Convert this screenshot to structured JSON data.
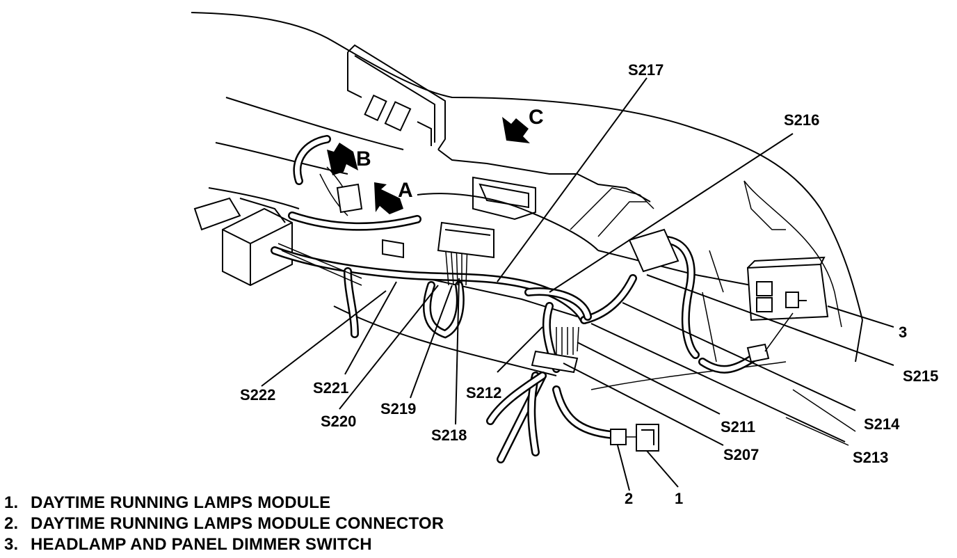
{
  "view_arrows": [
    {
      "id": "A",
      "label": "A"
    },
    {
      "id": "B",
      "label": "B"
    },
    {
      "id": "C",
      "label": "C"
    }
  ],
  "splices": [
    {
      "id": "S217",
      "label": "S217"
    },
    {
      "id": "S216",
      "label": "S216"
    },
    {
      "id": "S215",
      "label": "S215"
    },
    {
      "id": "S214",
      "label": "S214"
    },
    {
      "id": "S213",
      "label": "S213"
    },
    {
      "id": "S212",
      "label": "S212"
    },
    {
      "id": "S211",
      "label": "S211"
    },
    {
      "id": "S207",
      "label": "S207"
    },
    {
      "id": "S218",
      "label": "S218"
    },
    {
      "id": "S219",
      "label": "S219"
    },
    {
      "id": "S220",
      "label": "S220"
    },
    {
      "id": "S221",
      "label": "S221"
    },
    {
      "id": "S222",
      "label": "S222"
    }
  ],
  "callouts": [
    {
      "id": "1",
      "label": "1"
    },
    {
      "id": "2",
      "label": "2"
    },
    {
      "id": "3",
      "label": "3"
    }
  ],
  "legend": [
    {
      "number": "1.",
      "text": "DAYTIME RUNNING LAMPS MODULE"
    },
    {
      "number": "2.",
      "text": "DAYTIME RUNNING LAMPS MODULE CONNECTOR"
    },
    {
      "number": "3.",
      "text": "HEADLAMP AND PANEL DIMMER SWITCH"
    }
  ]
}
